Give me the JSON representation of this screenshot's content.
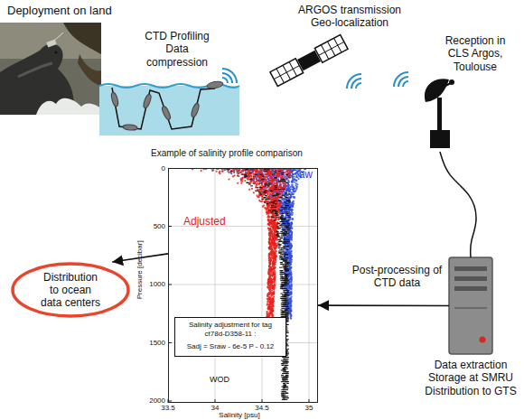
{
  "diagram": {
    "nodes": [
      {
        "text": [
          "Deployment on land"
        ]
      },
      {
        "text": [
          "CTD Profiling Data compression"
        ]
      },
      {
        "text": [
          "ARGOS transmission Geo-localization"
        ]
      },
      {
        "text": [
          "Reception in CLS Argos, Toulouse"
        ]
      },
      {
        "text": [
          "Data extraction Storage at SMRU Distribution to GTS"
        ]
      },
      {
        "text": [
          "Example of salinity profile comparison"
        ]
      },
      {
        "text": [
          "Salinity adjustment for tag ct78d-D358-11 :",
          "Sadj = Sraw - 6e-5 P - 0.12"
        ],
        "in": 5
      },
      {
        "text": [
          "Distribution to ocean data centers"
        ]
      }
    ],
    "edges": [
      {
        "from": 3,
        "to": 4,
        "arrow": "none"
      },
      {
        "from": 4,
        "to": 5,
        "arrow": "to",
        "label": "Post-processing of CTD data"
      },
      {
        "from": 5,
        "to": 7,
        "arrow": "to"
      }
    ],
    "labels": [
      "Raw",
      "Adjusted",
      "WOD",
      "Pressure [decibar]",
      "Salinity [psu]",
      "0",
      "500",
      "1000",
      "1500",
      "2000",
      "33.5",
      "34",
      "34.5",
      "35"
    ]
  }
}
